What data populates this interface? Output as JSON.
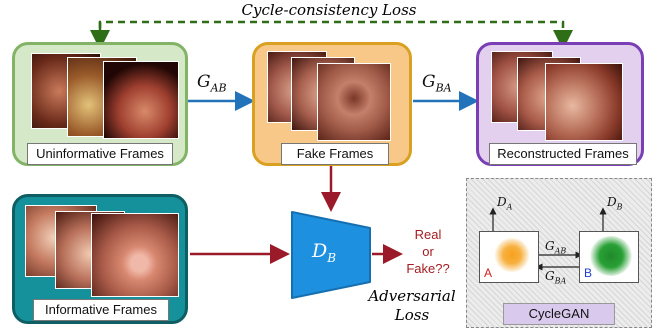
{
  "title": "Cycle-consistency Loss",
  "boxes": {
    "uninformative": "Uninformative Frames",
    "fake": "Fake Frames",
    "reconstructed": "Reconstructed Frames",
    "informative": "Informative Frames"
  },
  "generators": {
    "g_ab": "G",
    "g_ab_sub": "AB",
    "g_ba": "G",
    "g_ba_sub": "BA"
  },
  "discriminator": {
    "label": "D",
    "sub": "B"
  },
  "output": {
    "line1": "Real",
    "line2": "or",
    "line3": "Fake??"
  },
  "adversarial": {
    "line1": "Adversarial",
    "line2": "Loss"
  },
  "inset": {
    "title": "CycleGAN",
    "da": "D",
    "da_sub": "A",
    "db": "D",
    "db_sub": "B",
    "gab": "G",
    "gab_sub": "AB",
    "gba": "G",
    "gba_sub": "BA",
    "a": "A",
    "b": "B"
  },
  "colors": {
    "green_fill": "#d5e8c8",
    "green_border": "#82b366",
    "orange_fill": "#f8c889",
    "orange_border": "#d9a021",
    "purple_fill": "#e2d0ee",
    "purple_border": "#7b3fb5",
    "teal_fill": "#14919b",
    "teal_border": "#0e5e64",
    "blue_arrow": "#2273b9",
    "red_arrow": "#9b1a2a",
    "dashed_green": "#2e6e16",
    "disc_blue": "#1e90e0"
  }
}
